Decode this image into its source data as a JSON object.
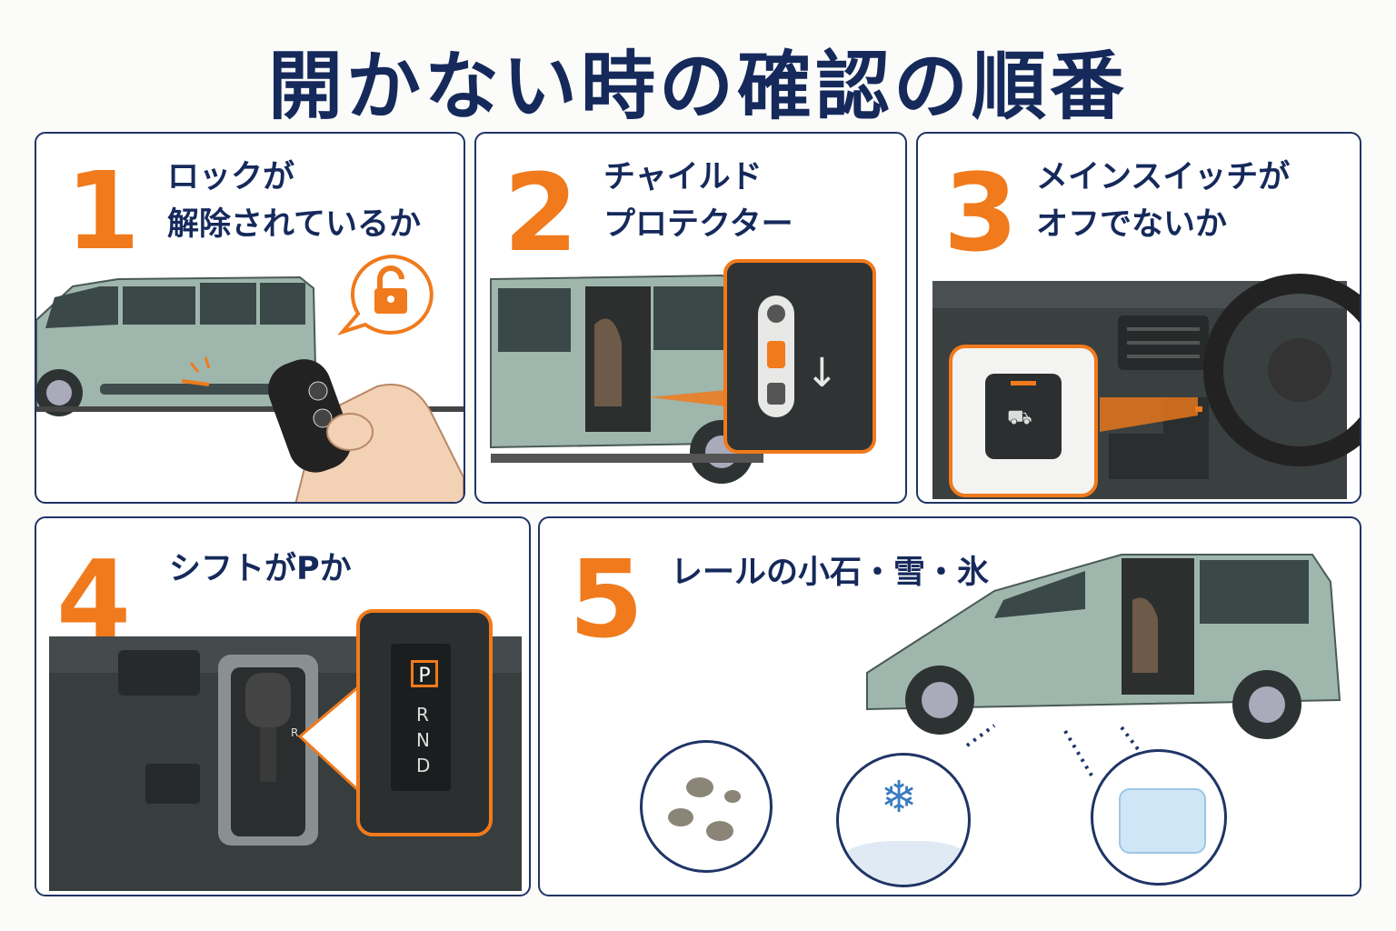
{
  "title": "開かない時の確認の順番",
  "colors": {
    "accent": "#f07a1c",
    "navy": "#15295b",
    "car_body": "#9fb6ad"
  },
  "steps": [
    {
      "number": "1",
      "lines": [
        "ロックが",
        "解除されているか"
      ],
      "icon": "unlock-icon"
    },
    {
      "number": "2",
      "lines": [
        "チャイルド",
        "プロテクター"
      ]
    },
    {
      "number": "3",
      "lines": [
        "メインスイッチが",
        "オフでないか"
      ]
    },
    {
      "number": "4",
      "lines": [
        "シフトがPか"
      ],
      "shift_positions": [
        "P",
        "R",
        "N",
        "D"
      ]
    },
    {
      "number": "5",
      "lines": [
        "レールの小石・雪・氷"
      ],
      "hazards": [
        "pebbles-icon",
        "snow-icon",
        "ice-icon"
      ]
    }
  ]
}
